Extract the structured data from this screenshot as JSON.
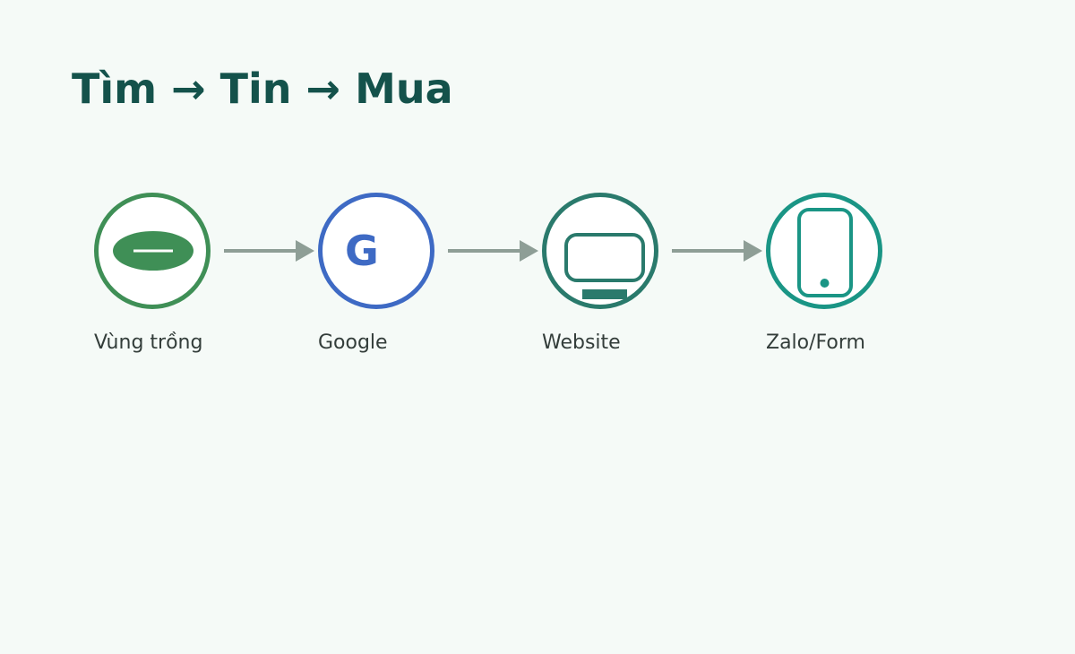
{
  "title": "Tìm → Tin → Mua",
  "steps": [
    {
      "label": "Vùng trồng",
      "icon": "leaf-icon",
      "color": "#3f8f56"
    },
    {
      "label": "Google",
      "icon": "google-icon",
      "glyph": "G",
      "color": "#3e6ac4"
    },
    {
      "label": "Website",
      "icon": "monitor-icon",
      "color": "#2a7a6c"
    },
    {
      "label": "Zalo/Form",
      "icon": "phone-icon",
      "color": "#1a9585"
    }
  ],
  "colors": {
    "background": "#f5faf7",
    "title": "#14524b",
    "arrow": "#8e9e96",
    "label": "#333d3a"
  }
}
